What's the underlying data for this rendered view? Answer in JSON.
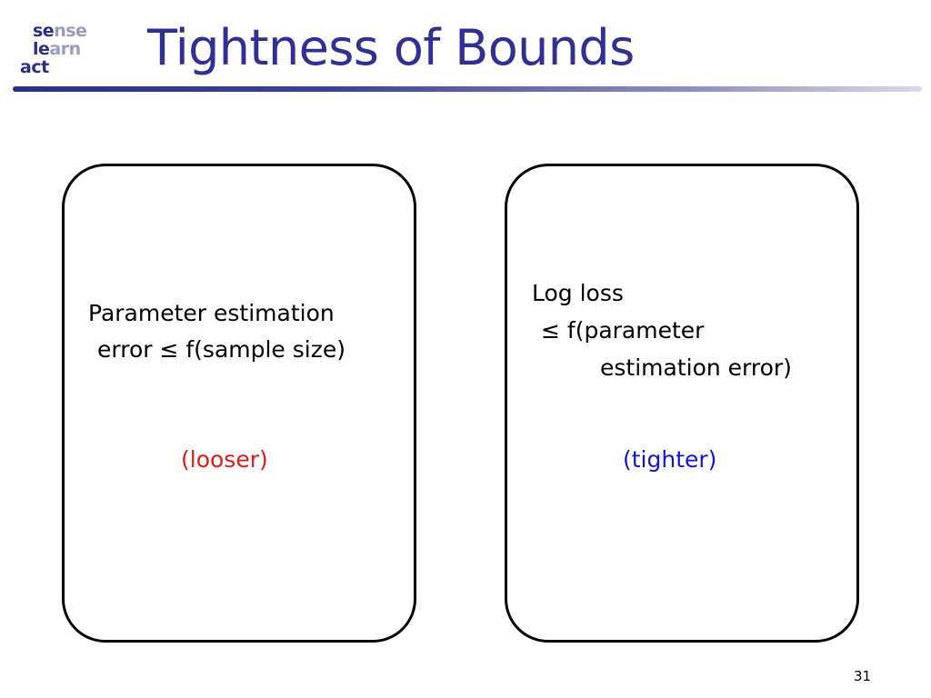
{
  "logo": {
    "rows": [
      {
        "dark": "se",
        "light": "nse"
      },
      {
        "dark": "le",
        "light": "arn"
      },
      {
        "dark": "act",
        "light": ""
      }
    ]
  },
  "slide": {
    "title": "Tightness of Bounds",
    "page_number": "31"
  },
  "left_panel": {
    "lines": [
      "Parameter estimation",
      "error ≤ f(sample size)"
    ],
    "tag": "(looser)"
  },
  "right_panel": {
    "lines": [
      "Log loss",
      "≤ f(parameter",
      "estimation error)"
    ],
    "tag": "(tighter)"
  },
  "colors": {
    "title": "#2f3092",
    "looser": "#e01b1b",
    "tighter": "#1414d8"
  }
}
